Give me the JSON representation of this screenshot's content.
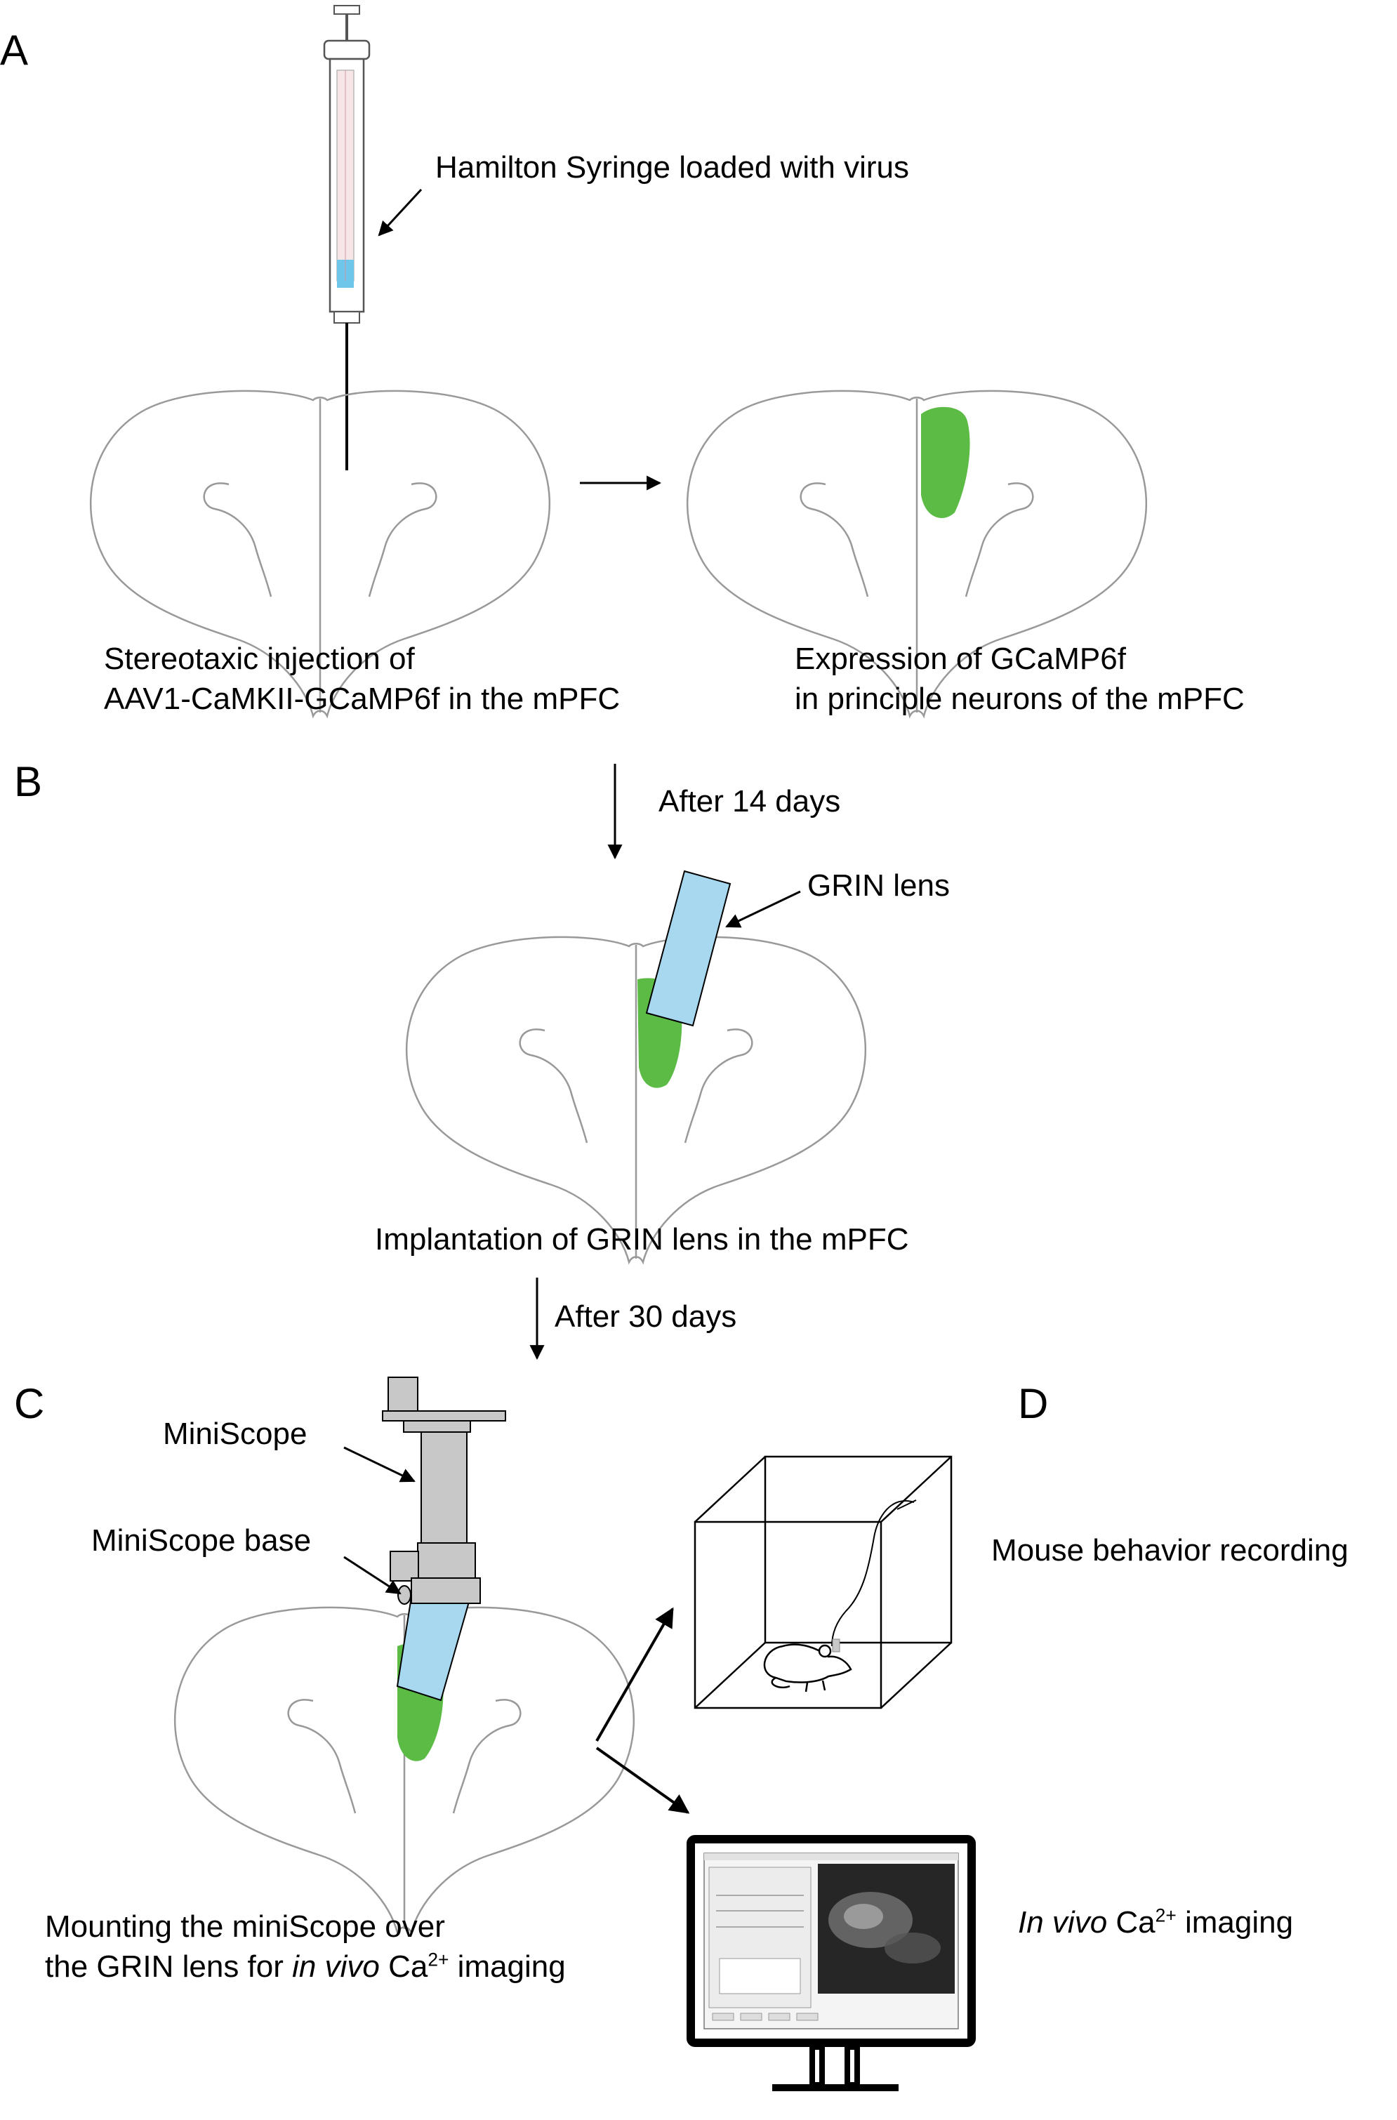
{
  "panels": {
    "a": "A",
    "b": "B",
    "c": "C",
    "d": "D"
  },
  "panel_a": {
    "syringe_label": "Hamilton Syringe loaded with virus",
    "left_caption": [
      "Stereotaxic injection of",
      "AAV1-CaMKII-GCaMP6f in the mPFC"
    ],
    "right_caption": [
      "Expression of GCaMP6f",
      "in principle neurons of the mPFC"
    ]
  },
  "panel_b": {
    "step1": "After 14 days",
    "lens_label": "GRIN lens",
    "caption": "Implantation of GRIN lens in the mPFC",
    "step2": "After 30 days"
  },
  "panel_c": {
    "miniscope_label": "MiniScope",
    "base_label": "MiniScope base",
    "caption_line1": "Mounting the miniScope over",
    "caption_line2_pre": "the GRIN lens for ",
    "caption_line2_ital": "in vivo",
    "caption_line2_mid": " Ca",
    "caption_line2_sup": "2+",
    "caption_line2_post": " imaging"
  },
  "panel_d": {
    "behavior_label": "Mouse behavior recording",
    "imaging_ital": "In vivo",
    "imaging_mid": " Ca",
    "imaging_sup": "2+",
    "imaging_post": " imaging"
  },
  "colors": {
    "green": "#5bbb44",
    "lens_blue": "#a8d8f0",
    "scope_grey": "#c8c8c8",
    "outline": "#555555"
  }
}
